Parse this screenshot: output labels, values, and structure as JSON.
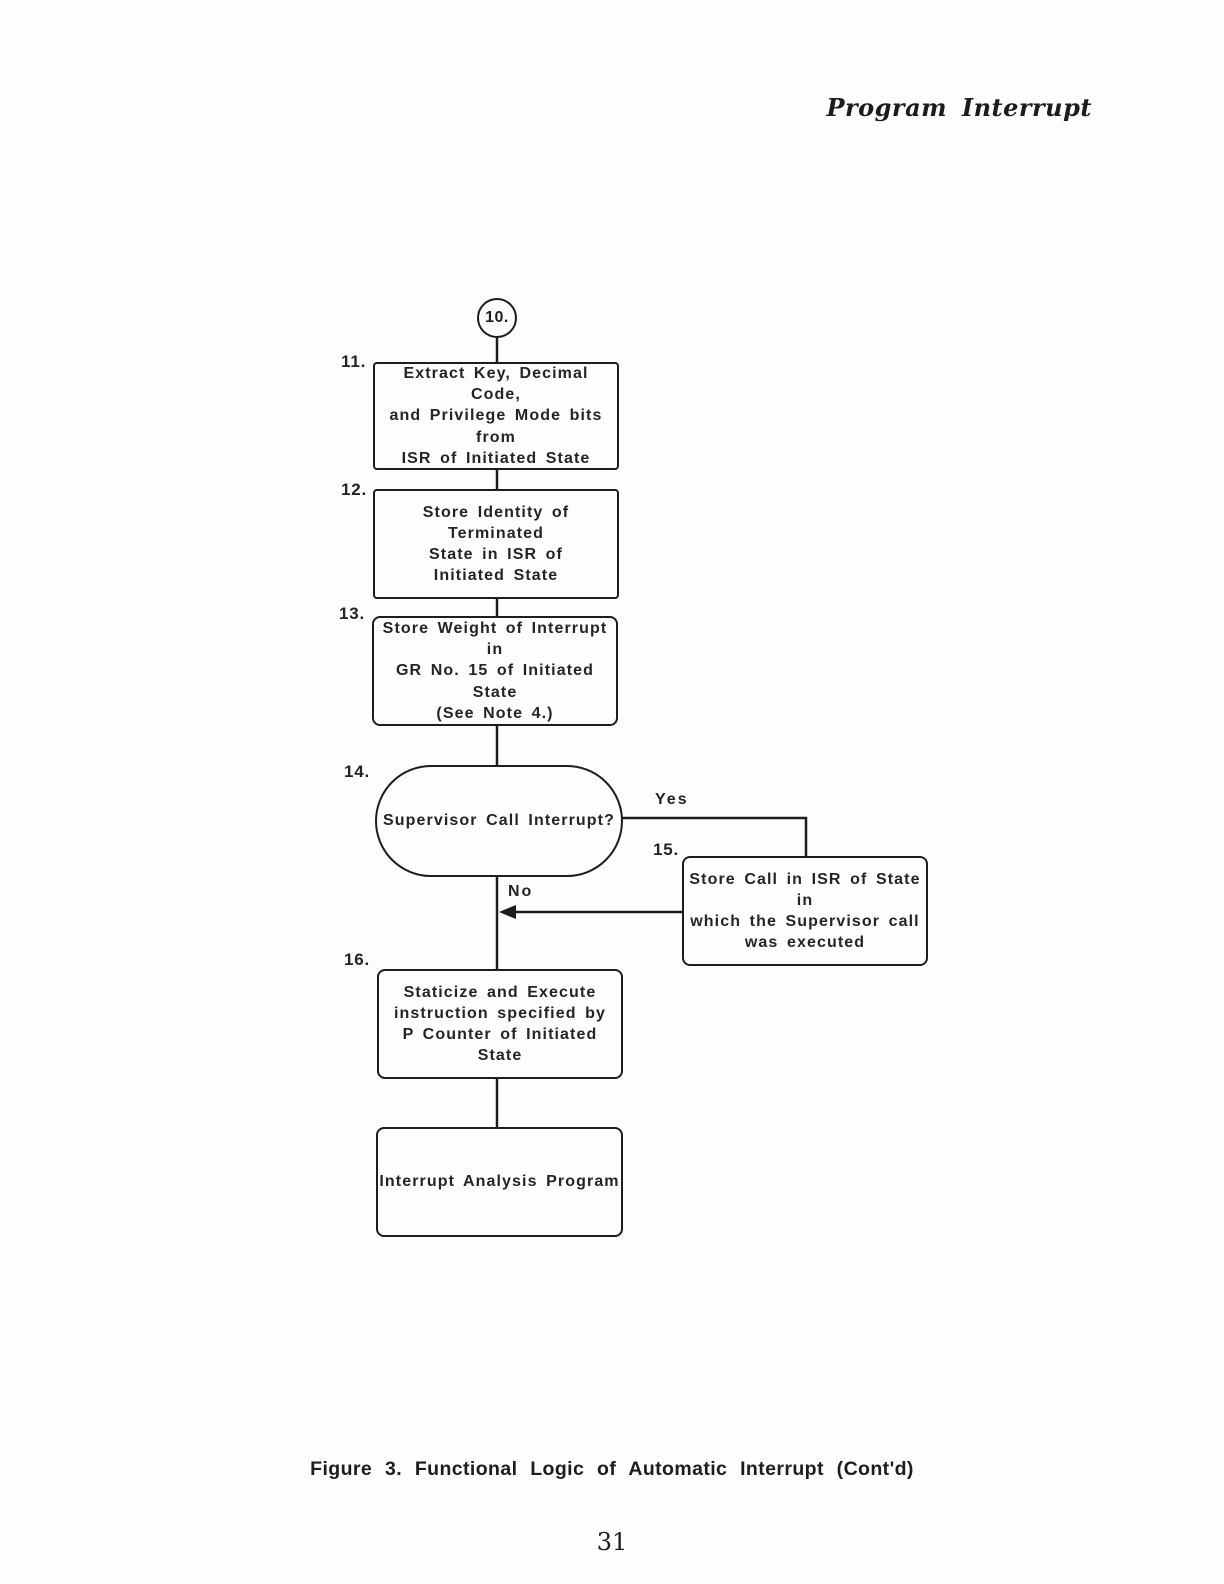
{
  "page": {
    "header": "Program Interrupt",
    "caption": "Figure 3. Functional Logic of Automatic Interrupt (Cont'd)",
    "page_number": "31"
  },
  "colors": {
    "ink": "#1d1d1d",
    "paper": "#fdfdfc"
  },
  "flowchart": {
    "nodes": {
      "connector10": {
        "number": "10."
      },
      "box11": {
        "number": "11.",
        "text": "Extract Key, Decimal Code,\nand Privilege Mode bits from\nISR of Initiated State"
      },
      "box12": {
        "number": "12.",
        "text": "Store Identity of Terminated\nState in ISR of\nInitiated State"
      },
      "box13": {
        "number": "13.",
        "text": "Store Weight of Interrupt in\nGR No. 15 of Initiated State\n(See Note 4.)"
      },
      "decision14": {
        "number": "14.",
        "text": "Supervisor Call Interrupt?"
      },
      "box15": {
        "number": "15.",
        "text": "Store Call in ISR of State in\nwhich the Supervisor call\nwas executed"
      },
      "box16": {
        "number": "16.",
        "text": "Staticize and Execute\ninstruction specified by\nP Counter of Initiated State"
      },
      "terminal": {
        "text": "Interrupt Analysis Program"
      }
    },
    "edges": {
      "yes_label": "Yes",
      "no_label": "No"
    }
  }
}
